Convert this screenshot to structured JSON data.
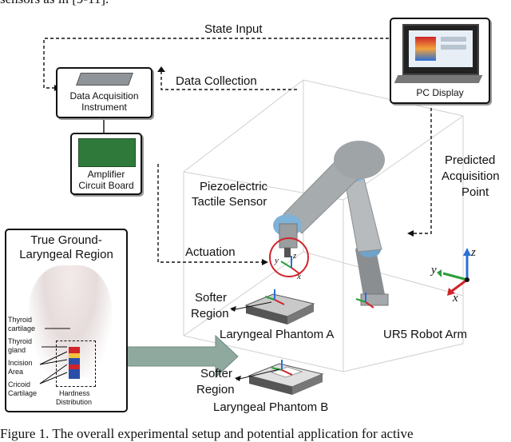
{
  "header_fragment": "sensors as in [9-11].",
  "caption": "Figure 1. The overall experimental setup and potential application for active",
  "arrows": {
    "state_input": "State Input",
    "data_collection": "Data Collection",
    "actuation": "Actuation",
    "predicted_line1": "Predicted",
    "predicted_line2": "Acquisition",
    "predicted_line3": "Point"
  },
  "boxes": {
    "daq_line1": "Data Acquisition",
    "daq_line2": "Instrument",
    "amp_line1": "Amplifier",
    "amp_line2": "Circuit Board",
    "pc_label": "PC Display"
  },
  "sensor": {
    "line1": "Piezoelectric",
    "line2": "Tactile Sensor"
  },
  "robot_label": "UR5 Robot Arm",
  "phantom_a": {
    "label": "Laryngeal Phantom A",
    "region_line1": "Softer",
    "region_line2": "Region"
  },
  "phantom_b": {
    "label": "Laryngeal Phantom B",
    "region_line1": "Softer",
    "region_line2": "Region"
  },
  "ground_truth": {
    "title_line1": "True Ground-",
    "title_line2": "Laryngeal Region",
    "labels": [
      "Thyroid",
      "cartilage",
      "Thyroid",
      "gland",
      "Incision",
      "Area",
      "Cricoid",
      "Cartilage"
    ],
    "hardness_line1": "Hardness",
    "hardness_line2": "Distribution"
  },
  "axes": {
    "x": "x",
    "y": "y",
    "z": "z"
  },
  "colors": {
    "connector": "#111111",
    "big_arrow": "#8fa99f",
    "robot_grey": "#9a9ea0",
    "robot_cap": "#7fb2d8",
    "sensor_circle": "#d0232a"
  }
}
